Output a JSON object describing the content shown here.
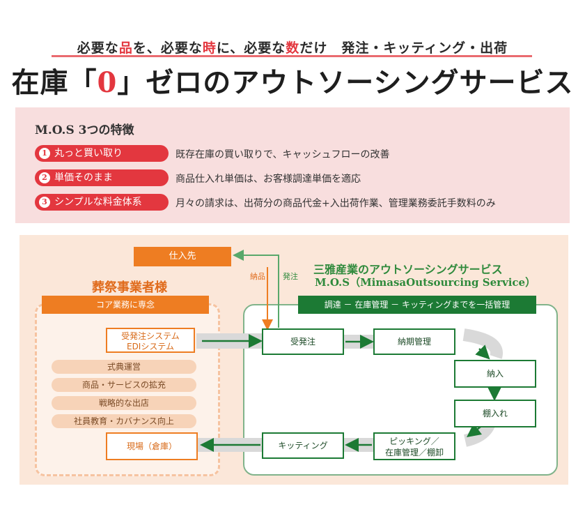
{
  "header": {
    "tagline": {
      "parts": [
        "必要な",
        "品",
        "を、必要な",
        "時",
        "に、必要な",
        "数",
        "だけ　発注・キッティング・出荷"
      ]
    },
    "headline": {
      "pre": "在庫「",
      "zero": "0",
      "post": "」ゼロのアウトソーシングサービス"
    }
  },
  "features": {
    "title": "M.O.S 3つの特徴",
    "items": [
      {
        "num": "1",
        "label": "丸っと買い取り",
        "desc": "既存在庫の買い取りで、キャッシュフローの改善"
      },
      {
        "num": "2",
        "label": "単価そのまま",
        "desc": "商品仕入れ単価は、お客様調達単価を適応"
      },
      {
        "num": "3",
        "label": "シンプルな料金体系",
        "desc": "月々の請求は、出荷分の商品代金+入出荷作業、管理業務委託手数料のみ"
      }
    ]
  },
  "diagram": {
    "supplier": "仕入先",
    "label_delivery": "納品",
    "label_order": "発注",
    "client": {
      "title": "葬祭事業者様",
      "bar": "コア業務に専念",
      "system": [
        "受発注システム",
        "EDIシステム"
      ],
      "chips": [
        "式典運営",
        "商品・サービスの拡充",
        "戦略的な出店",
        "社員教育・カバナンス向上"
      ],
      "site": "現場（倉庫）"
    },
    "mos": {
      "title1": "三雅産業のアウトソーシングサービス",
      "title2": "M.O.S（MimasaOutsourcing Service）",
      "bar": "調達 － 在庫管理 － キッティングまでを一括管理",
      "steps": {
        "order": "受発注",
        "delivery_mgmt": "納期管理",
        "receive": "納入",
        "shelve": "棚入れ",
        "picking": [
          "ピッキング／",
          "在庫管理／棚卸"
        ],
        "kitting": "キッティング"
      }
    }
  }
}
